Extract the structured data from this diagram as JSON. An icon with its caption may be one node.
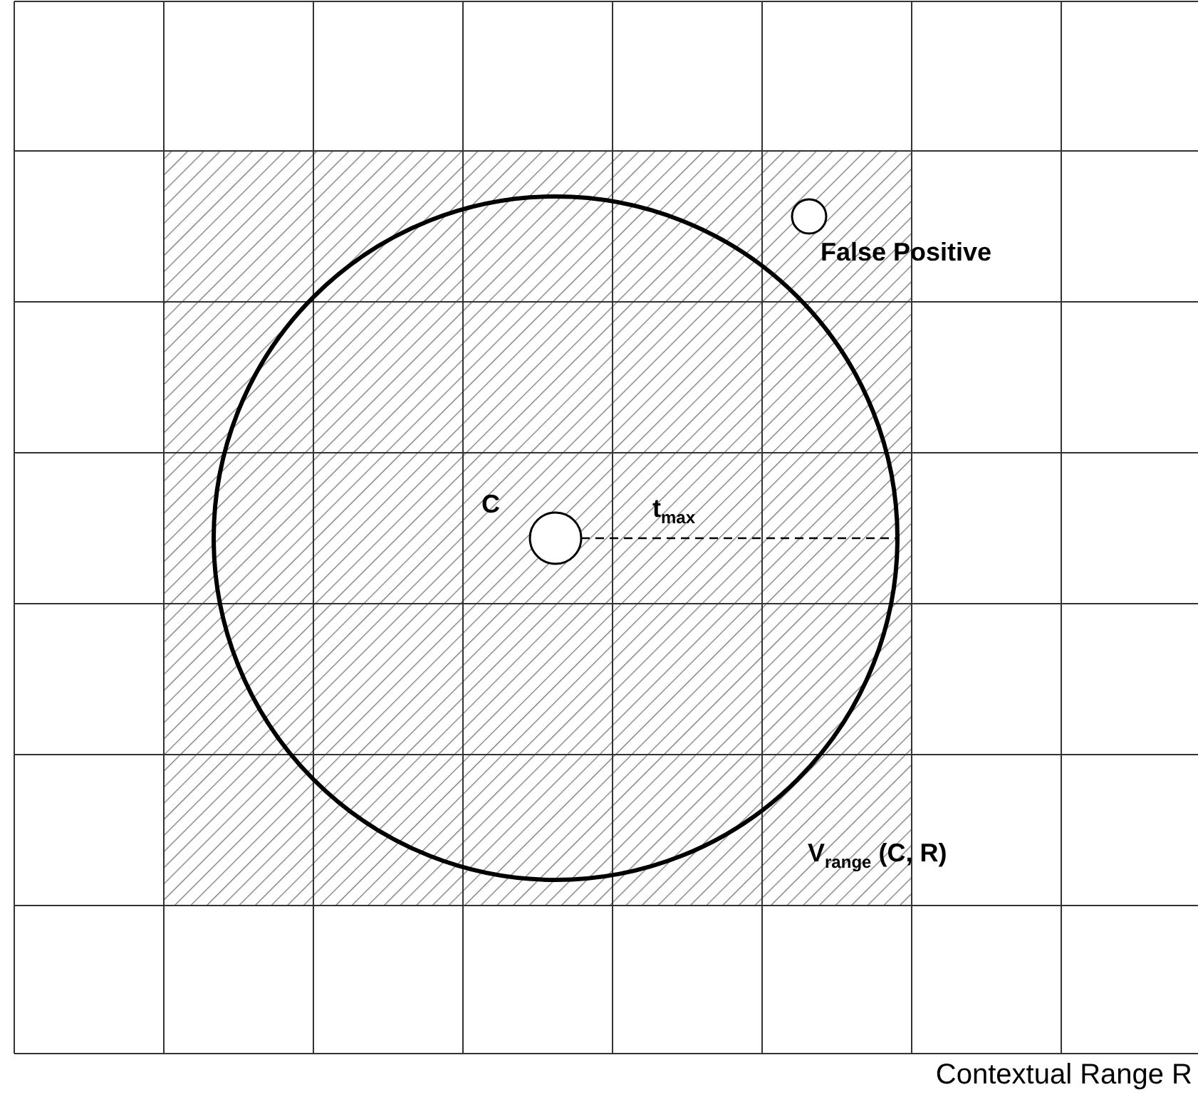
{
  "diagram": {
    "labels": [
      "False Positive",
      "C",
      "t$_{max}$",
      "V$_{range}$ (C, R)",
      "Contextual Range R"
    ]
  }
}
